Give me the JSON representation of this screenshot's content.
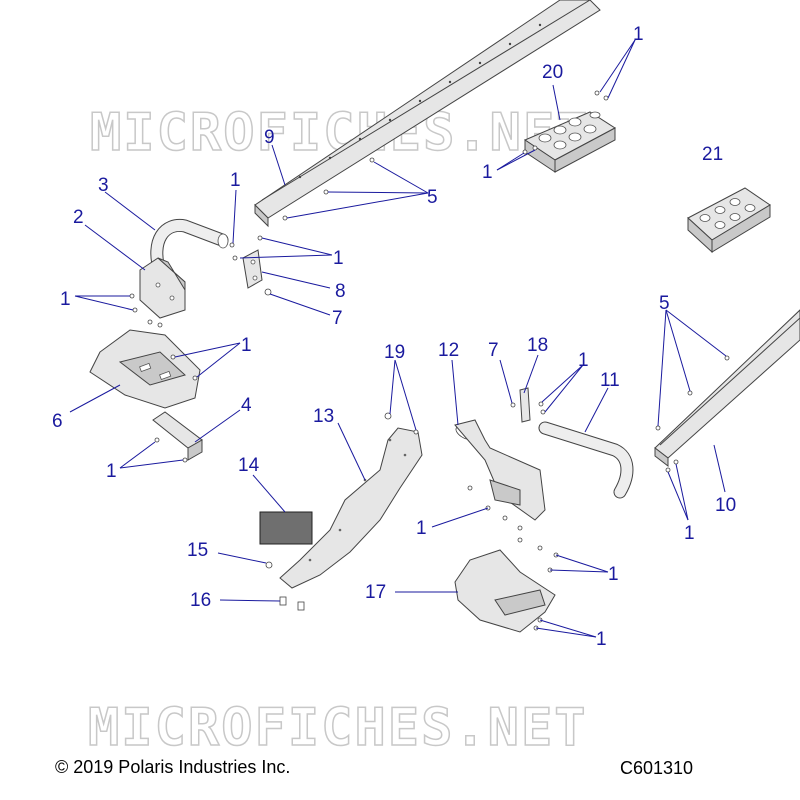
{
  "watermark": "MICROFICHES.NET",
  "footer": {
    "copyright": "© 2019 Polaris Industries Inc.",
    "drawing_code": "C601310"
  },
  "callouts": {
    "c1": "1",
    "c2": "2",
    "c3": "3",
    "c4": "4",
    "c5": "5",
    "c6": "6",
    "c7": "7",
    "c8": "8",
    "c9": "9",
    "c10": "10",
    "c11": "11",
    "c12": "12",
    "c13": "13",
    "c14": "14",
    "c15": "15",
    "c16": "16",
    "c17": "17",
    "c18": "18",
    "c19": "19",
    "c20": "20",
    "c21": "21"
  },
  "colors": {
    "callout": "#1a1a9e",
    "line": "#444444",
    "part_fill": "#e6e6e6"
  }
}
